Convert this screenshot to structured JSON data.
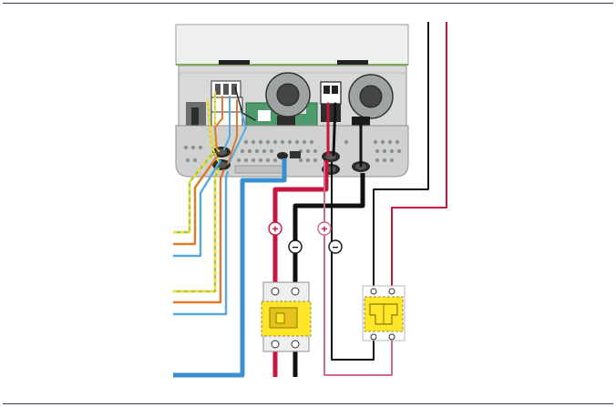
{
  "symbols": {
    "positive": "+",
    "negative": "−"
  },
  "colors": {
    "rule": "#3d2f6b",
    "red": "#c8153e",
    "pink": "#d06a88",
    "black": "#111111",
    "blue": "#3a8fd0",
    "green_yellow": "#9ccc3c",
    "orange": "#e07a2a",
    "light_blue": "#58a8da",
    "highlight": "#ffe629",
    "device_body": "#eef0f0",
    "device_panel": "#d7dad9",
    "pcb": "#4f9a6c"
  },
  "icons": [
    "inverter-device",
    "pv-switch-disconnector",
    "battery-switch-disconnector",
    "cable-gland"
  ]
}
